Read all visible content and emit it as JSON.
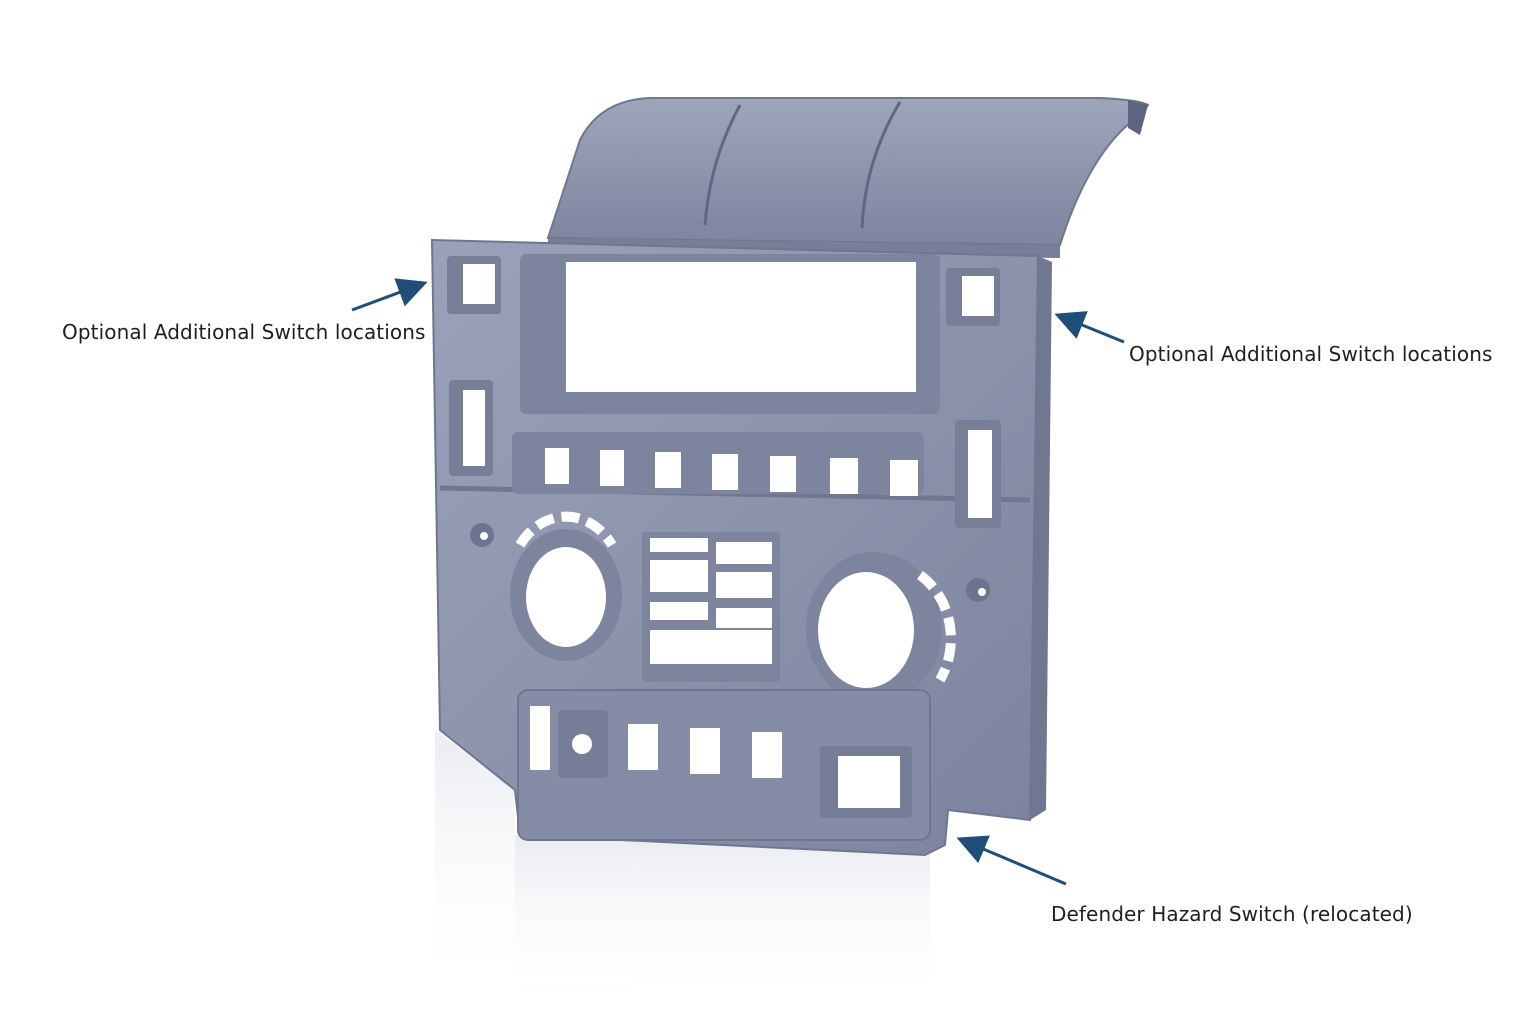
{
  "callouts": {
    "left_switch": "Optional Additional Switch locations",
    "right_switch": "Optional Additional Switch locations",
    "hazard": "Defender Hazard Switch (relocated)"
  },
  "colors": {
    "panel": "#8b93ab",
    "panel_light": "#a0a7bd",
    "panel_dark": "#6c7490",
    "arrow": "#1f4e79"
  }
}
